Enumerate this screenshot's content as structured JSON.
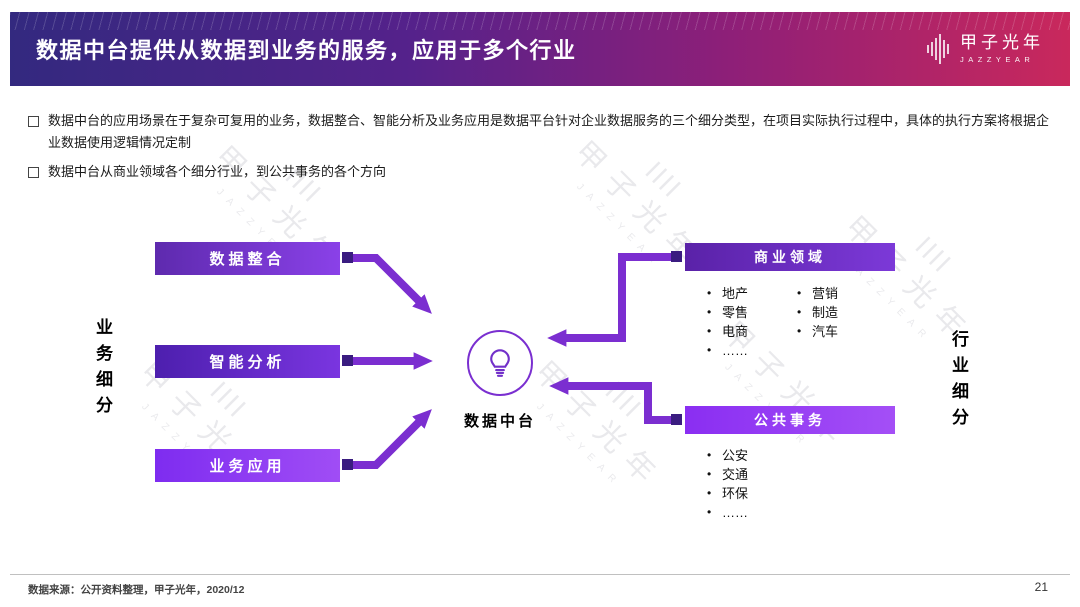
{
  "header": {
    "title": "数据中台提供从数据到业务的服务，应用于多个行业",
    "logo_name": "甲子光年",
    "logo_sub": "JAZZYEAR"
  },
  "intro": {
    "bullets": [
      "数据中台的应用场景在于复杂可复用的业务，数据整合、智能分析及业务应用是数据平台针对企业数据服务的三个细分类型，在项目实际执行过程中，具体的执行方案将根据企业数据使用逻辑情况定制",
      "数据中台从商业领域各个细分行业，到公共事务的各个方向"
    ]
  },
  "diagram": {
    "left_axis_label": "业务细分",
    "right_axis_label": "行业细分",
    "center_label": "数据中台",
    "left_boxes": [
      "数据整合",
      "智能分析",
      "业务应用"
    ],
    "right_sections": [
      {
        "title": "商业领域",
        "columns": [
          [
            "地产",
            "零售",
            "电商",
            "……"
          ],
          [
            "营销",
            "制造",
            "汽车"
          ]
        ]
      },
      {
        "title": "公共事务",
        "columns": [
          [
            "公安",
            "交通",
            "环保",
            "……"
          ]
        ]
      }
    ]
  },
  "watermark": {
    "text": "甲子光年",
    "sub": "JAZZYEAR",
    "bars": "||||"
  },
  "footer": {
    "source": "数据来源：公开资料整理，甲子光年，2020/12",
    "page": "21"
  },
  "colors": {
    "header_gradient_left": "#33297f",
    "header_gradient_right": "#c9285c",
    "box_purple_dark": "#5a22a8",
    "box_violet_bright": "#8a2ef2",
    "arrow": "#7b2ed0"
  }
}
